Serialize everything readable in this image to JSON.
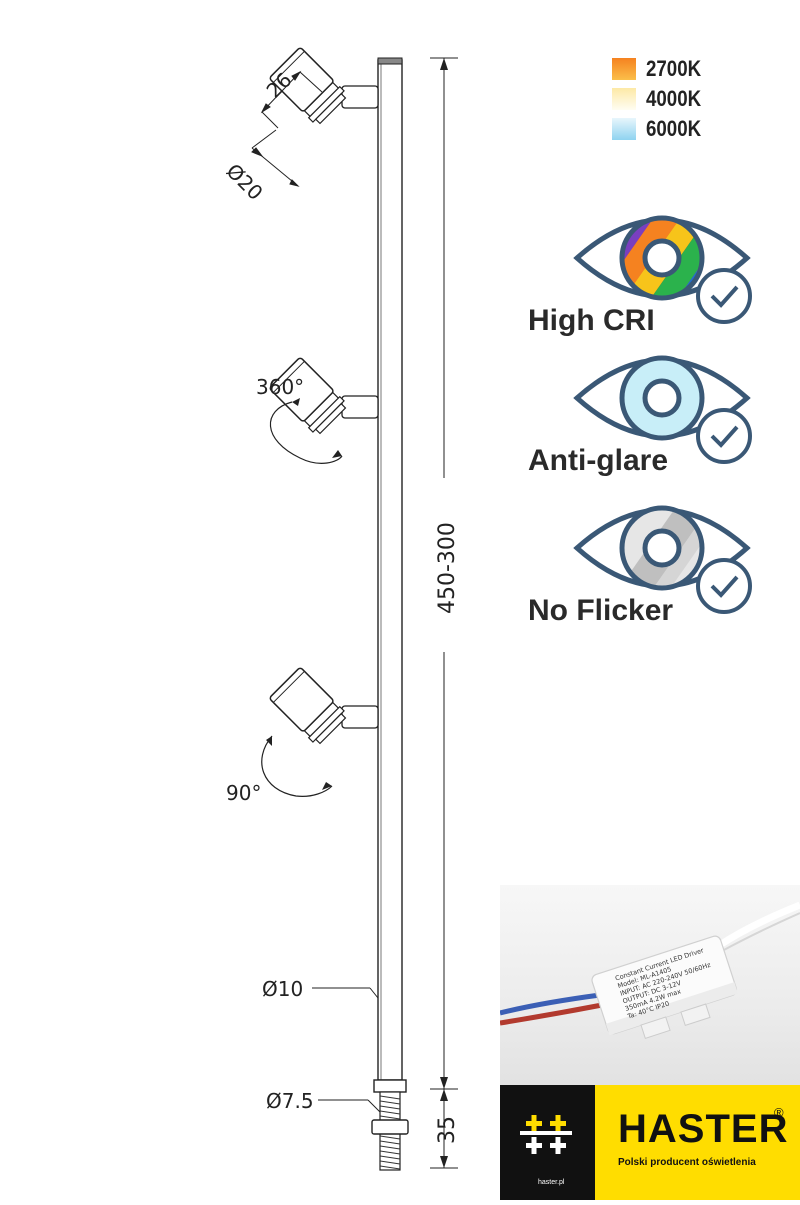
{
  "dimensions": {
    "spot_length": "26",
    "spot_diameter": "Ø20",
    "rotation_horizontal": "360°",
    "rotation_vertical": "90°",
    "rod_diameter": "Ø10",
    "thread_diameter": "Ø7.5",
    "rod_length": "450-300",
    "thread_length": "35"
  },
  "color_temperatures": [
    {
      "label": "2700K",
      "color": "#f7941d"
    },
    {
      "label": "4000K",
      "color": "#fff3c4"
    },
    {
      "label": "6000K",
      "color": "#9fd9f2"
    }
  ],
  "features": [
    {
      "label": "High CRI",
      "icon": "high-cri-eye-icon"
    },
    {
      "label": "Anti-glare",
      "icon": "anti-glare-eye-icon"
    },
    {
      "label": "No Flicker",
      "icon": "no-flicker-eye-icon"
    }
  ],
  "driver": {
    "label_lines": [
      "Constant Current LED Driver",
      "Model: ML-A1405",
      "INPUT: AC 220-240V 50/60Hz",
      "OUTPUT: DC 3-12V",
      "350mA  4.2W max",
      "Ta: 40°C  IP20"
    ]
  },
  "brand": {
    "name": "HASTER",
    "registered": "®",
    "tagline": "Polski producent oświetlenia",
    "url": "haster.pl",
    "color": "#ffdd00"
  }
}
